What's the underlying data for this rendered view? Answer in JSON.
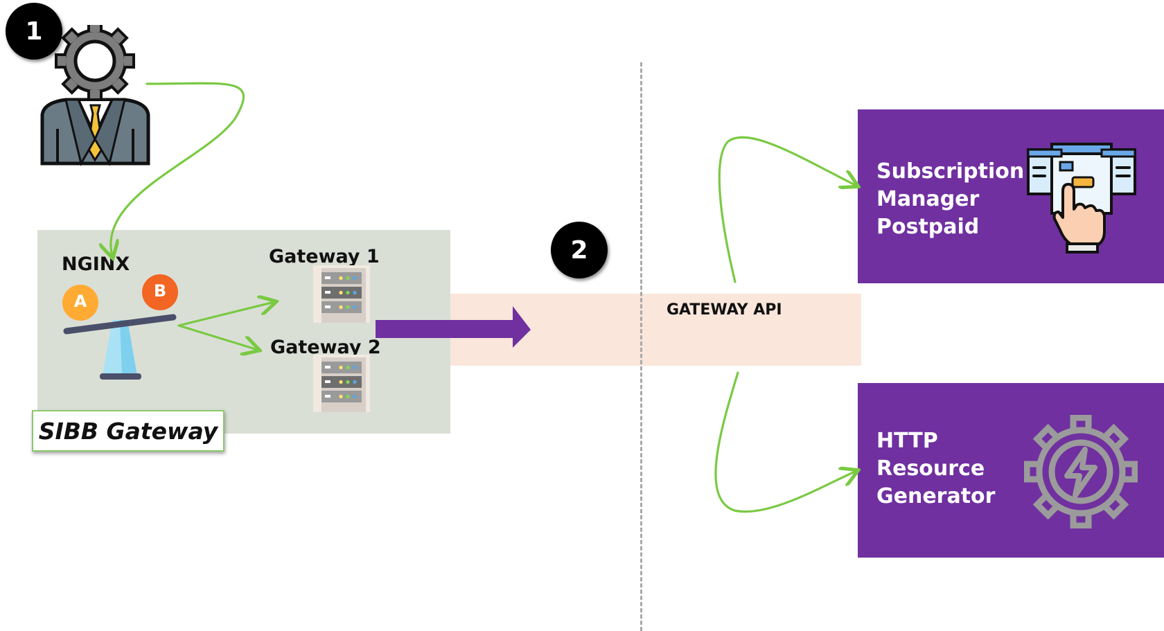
{
  "steps": {
    "step1": "1",
    "step2": "2"
  },
  "gateway": {
    "name": "SIBB Gateway",
    "load_balancer": "NGINX",
    "balance_labels": {
      "a": "A",
      "b": "B"
    },
    "node1": "Gateway 1",
    "node2": "Gateway 2"
  },
  "api_band": {
    "label": "GATEWAY API"
  },
  "services": {
    "subscription": {
      "line1": "Subscription",
      "line2": "Manager",
      "line3": "Postpaid"
    },
    "http": {
      "line1": "HTTP",
      "line2": "Resource",
      "line3": "Generator"
    }
  },
  "colors": {
    "flow_arrow": "#7ac943",
    "main_arrow": "#7030a0",
    "service_box": "#7030a0",
    "gateway_panel": "#dadfd6",
    "api_band": "#fae6da"
  },
  "icons": {
    "user": "admin-user-icon",
    "balancer": "load-balancer-scale-icon",
    "server": "server-rack-icon",
    "subscription": "subscription-touch-icon",
    "http": "gear-lightning-icon"
  }
}
